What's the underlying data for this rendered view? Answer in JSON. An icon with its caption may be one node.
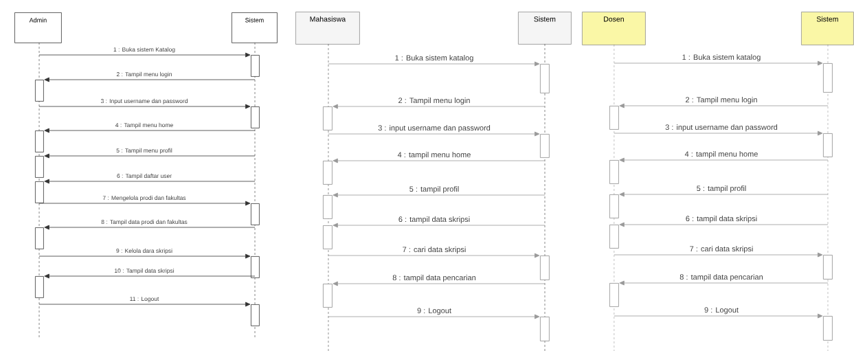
{
  "diagram": {
    "nodes": [
      {
        "text": [
          "Admin"
        ]
      },
      {
        "text": [
          "Sistem"
        ]
      },
      {
        "text": [
          "Mahasiswa"
        ]
      },
      {
        "text": [
          "Sistem"
        ]
      },
      {
        "text": [
          "Dosen"
        ]
      },
      {
        "text": [
          "Sistem"
        ]
      },
      {
        "text": [],
        "shape": "line"
      },
      {
        "text": [],
        "shape": "line"
      },
      {
        "text": [],
        "shape": "line"
      },
      {
        "text": [],
        "shape": "line"
      },
      {
        "text": [],
        "shape": "line"
      },
      {
        "text": [],
        "shape": "line"
      },
      {
        "text": [],
        "shape": "bar"
      },
      {
        "text": [],
        "shape": "bar"
      },
      {
        "text": [],
        "shape": "bar"
      },
      {
        "text": [],
        "shape": "bar"
      },
      {
        "text": [],
        "shape": "bar"
      },
      {
        "text": [],
        "shape": "bar"
      },
      {
        "text": [],
        "shape": "bar"
      },
      {
        "text": [],
        "shape": "bar"
      },
      {
        "text": [],
        "shape": "bar"
      },
      {
        "text": [],
        "shape": "bar"
      },
      {
        "text": [],
        "shape": "bar"
      },
      {
        "text": [],
        "shape": "bar"
      },
      {
        "text": [],
        "shape": "bar"
      },
      {
        "text": [],
        "shape": "bar"
      },
      {
        "text": [],
        "shape": "bar"
      },
      {
        "text": [],
        "shape": "bar"
      },
      {
        "text": [],
        "shape": "bar"
      },
      {
        "text": [],
        "shape": "bar"
      },
      {
        "text": [],
        "shape": "bar"
      },
      {
        "text": [],
        "shape": "bar"
      },
      {
        "text": [],
        "shape": "bar"
      },
      {
        "text": [],
        "shape": "bar"
      },
      {
        "text": [],
        "shape": "bar"
      },
      {
        "text": [],
        "shape": "bar"
      },
      {
        "text": [],
        "shape": "bar"
      },
      {
        "text": [],
        "shape": "bar"
      },
      {
        "text": [],
        "shape": "bar"
      },
      {
        "text": [],
        "shape": "bar"
      },
      {
        "text": [],
        "shape": "bar"
      }
    ],
    "edges": [
      {
        "from": 6,
        "to": 12,
        "arrow": "to",
        "label": "1 : Buka sistem Katalog",
        "color": "#333333"
      },
      {
        "from": 7,
        "to": 13,
        "arrow": "to",
        "label": "2 : Tampil menu login",
        "color": "#333333"
      },
      {
        "from": 6,
        "to": 14,
        "arrow": "to",
        "label": "3 : Input username dan password",
        "color": "#333333"
      },
      {
        "from": 7,
        "to": 15,
        "arrow": "to",
        "label": "4 : Tampil menu home",
        "color": "#333333"
      },
      {
        "from": 7,
        "to": 16,
        "arrow": "to",
        "label": "5 : Tampil menu profil",
        "color": "#333333"
      },
      {
        "from": 7,
        "to": 17,
        "arrow": "to",
        "label": "6 : Tampil daftar user",
        "color": "#333333"
      },
      {
        "from": 6,
        "to": 18,
        "arrow": "to",
        "label": "7 : Mengelola prodi dan fakultas",
        "color": "#333333"
      },
      {
        "from": 7,
        "to": 19,
        "arrow": "to",
        "label": "8 : Tampil data prodi dan fakultas",
        "color": "#333333"
      },
      {
        "from": 6,
        "to": 20,
        "arrow": "to",
        "label": "9 : Kelola dara skripsi",
        "color": "#333333"
      },
      {
        "from": 7,
        "to": 21,
        "arrow": "to",
        "label": "10 : Tampil data skripsi",
        "color": "#333333"
      },
      {
        "from": 6,
        "to": 22,
        "arrow": "to",
        "label": "11 : Logout",
        "color": "#333333"
      },
      {
        "from": 8,
        "to": 23,
        "arrow": "to",
        "label": "1 : Buka sistem katalog"
      },
      {
        "from": 9,
        "to": 24,
        "arrow": "to",
        "label": "2 : Tampil menu login"
      },
      {
        "from": 8,
        "to": 25,
        "arrow": "to",
        "label": "3 : input username dan password"
      },
      {
        "from": 9,
        "to": 26,
        "arrow": "to",
        "label": "4 : tampil menu home"
      },
      {
        "from": 9,
        "to": 27,
        "arrow": "to",
        "label": "5 : tampil profil"
      },
      {
        "from": 9,
        "to": 28,
        "arrow": "to",
        "label": "6 : tampil data skripsi"
      },
      {
        "from": 8,
        "to": 29,
        "arrow": "to",
        "label": "7 : cari data skripsi"
      },
      {
        "from": 9,
        "to": 30,
        "arrow": "to",
        "label": "8 : tampil data pencarian"
      },
      {
        "from": 8,
        "to": 31,
        "arrow": "to",
        "label": "9 : Logout"
      },
      {
        "from": 10,
        "to": 32,
        "arrow": "to",
        "label": "1 : Buka sistem katalog"
      },
      {
        "from": 11,
        "to": 33,
        "arrow": "to",
        "label": "2 : Tampil menu login"
      },
      {
        "from": 10,
        "to": 34,
        "arrow": "to",
        "label": "3 : input username dan password"
      },
      {
        "from": 11,
        "to": 35,
        "arrow": "to",
        "label": "4 : tampil menu home"
      },
      {
        "from": 11,
        "to": 36,
        "arrow": "to",
        "label": "5 : tampil profil"
      },
      {
        "from": 11,
        "to": 37,
        "arrow": "to",
        "label": "6 : tampil data skripsi"
      },
      {
        "from": 10,
        "to": 38,
        "arrow": "to",
        "label": "7 : cari data skripsi"
      },
      {
        "from": 11,
        "to": 39,
        "arrow": "to",
        "label": "8 : tampil data pencarian"
      },
      {
        "from": 10,
        "to": 40,
        "arrow": "to",
        "label": "9 : Logout"
      }
    ]
  }
}
